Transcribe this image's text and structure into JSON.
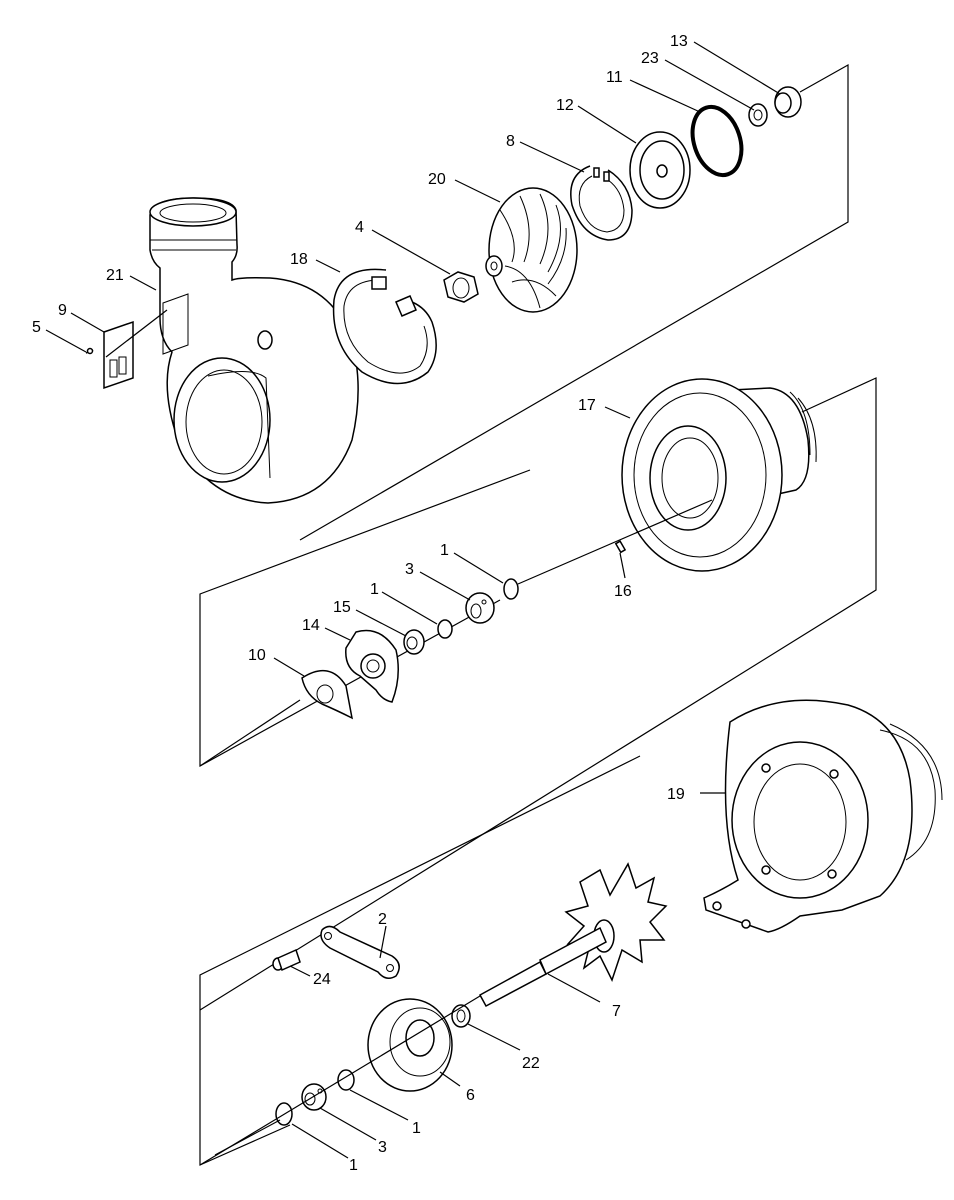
{
  "diagram": {
    "type": "exploded-parts-diagram",
    "callouts": [
      {
        "id": "c13",
        "label": "13"
      },
      {
        "id": "c23",
        "label": "23"
      },
      {
        "id": "c11",
        "label": "11"
      },
      {
        "id": "c12",
        "label": "12"
      },
      {
        "id": "c8",
        "label": "8"
      },
      {
        "id": "c20",
        "label": "20"
      },
      {
        "id": "c4",
        "label": "4"
      },
      {
        "id": "c18",
        "label": "18"
      },
      {
        "id": "c21",
        "label": "21"
      },
      {
        "id": "c9",
        "label": "9"
      },
      {
        "id": "c5",
        "label": "5"
      },
      {
        "id": "c17",
        "label": "17"
      },
      {
        "id": "c1a",
        "label": "1"
      },
      {
        "id": "c3a",
        "label": "3"
      },
      {
        "id": "c16",
        "label": "16"
      },
      {
        "id": "c1b",
        "label": "1"
      },
      {
        "id": "c15",
        "label": "15"
      },
      {
        "id": "c14",
        "label": "14"
      },
      {
        "id": "c10",
        "label": "10"
      },
      {
        "id": "c19",
        "label": "19"
      },
      {
        "id": "c2",
        "label": "2"
      },
      {
        "id": "c24",
        "label": "24"
      },
      {
        "id": "c7",
        "label": "7"
      },
      {
        "id": "c22",
        "label": "22"
      },
      {
        "id": "c6",
        "label": "6"
      },
      {
        "id": "c1c",
        "label": "1"
      },
      {
        "id": "c3b",
        "label": "3"
      },
      {
        "id": "c1d",
        "label": "1"
      }
    ]
  }
}
